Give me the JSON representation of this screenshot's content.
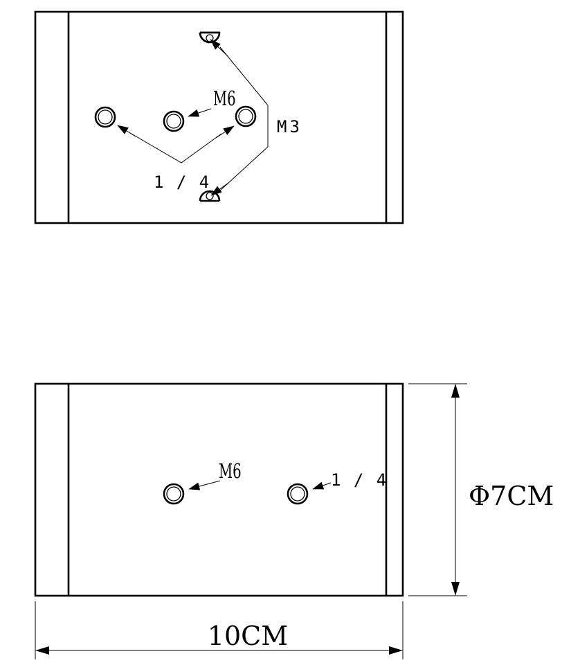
{
  "top_view": {
    "label_m6": "M6",
    "label_m3": "M3",
    "label_quarter": "1 / 4"
  },
  "bottom_view": {
    "label_m6": "M6",
    "label_quarter": "1 / 4"
  },
  "dimensions": {
    "width_label": "10CM",
    "diameter_label": "Φ7CM"
  },
  "colors": {
    "ink": "#000000",
    "paper": "#ffffff"
  }
}
